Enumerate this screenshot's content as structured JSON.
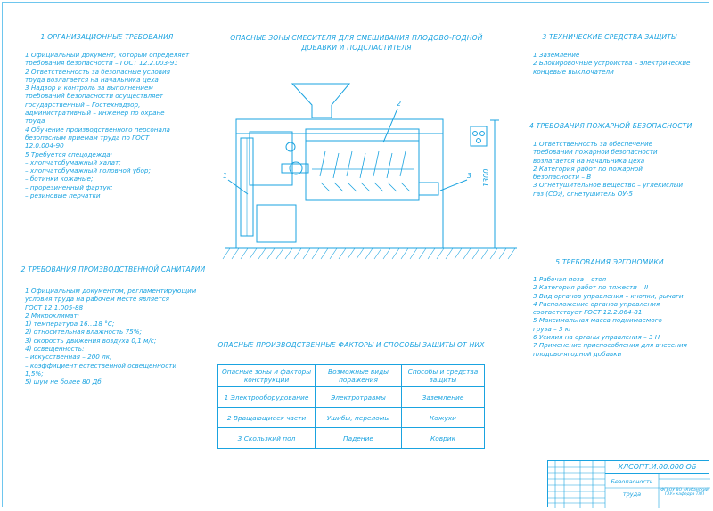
{
  "accent_color": "#1aa3e0",
  "section1": {
    "title": "1 ОРГАНИЗАЦИОННЫЕ ТРЕБОВАНИЯ",
    "lines": [
      "1 Официальный документ, который определяет",
      "требования безопасности – ГОСТ 12.2.003-91",
      "2 Ответственность за безопасные условия",
      "труда возлагается на начальника цеха",
      "3 Надзор и контроль за выполнением",
      "требований безопасности осуществляет",
      "государственный – Гостехнадзор,",
      "административный – инженер по охране",
      "труда",
      "4 Обучение производственного персонала",
      "безопасным приемам труда по ГОСТ",
      "12.0.004-90",
      "5 Требуется спецодежда:",
      "– хлопчатобумажный халат;",
      "– хлопчатобумажный головной убор;",
      "– ботинки кожаные;",
      "– прорезиненный фартук;",
      "– резиновые перчатки"
    ]
  },
  "section2": {
    "title": "2 ТРЕБОВАНИЯ ПРОИЗВОДСТВЕННОЙ САНИТАРИИ",
    "lines": [
      "1 Официальным документом, регламентирующим",
      "условия труда на рабочем месте является",
      "ГОСТ 12.1.005-88",
      "2 Микроклимат:",
      "1) температура 16…18 °С;",
      "2) относительная влажность 75%;",
      "3) скорость движения воздуха 0,1 м/с;",
      "4) освещенность:",
      "– искусственная – 200 лк;",
      "– коэффициент естественной освещенности",
      "1,5%;",
      "5) шум не более 80 Дб"
    ]
  },
  "diagram": {
    "title_line1": "ОПАСНЫЕ ЗОНЫ СМЕСИТЕЛЯ ДЛЯ СМЕШИВАНИЯ ПЛОДОВО-ГОДНОЙ",
    "title_line2": "ДОБАВКИ И ПОДСЛАСТИТЕЛЯ",
    "callouts": [
      "1",
      "2",
      "3"
    ],
    "dimension": "1300"
  },
  "section3": {
    "title": "3 ТЕХНИЧЕСКИЕ СРЕДСТВА ЗАЩИТЫ",
    "lines": [
      "1 Заземление",
      "2 Блокировочные устройства – электрические",
      "концевые выключатели"
    ]
  },
  "section4": {
    "title": "4 ТРЕБОВАНИЯ ПОЖАРНОЙ БЕЗОПАСНОСТИ",
    "lines": [
      "1 Ответственность за обеспечение",
      "требований пожарной безопасности",
      "возлагается на начальника цеха",
      "2 Категория работ по пожарной",
      "безопасности – В",
      "3 Огнетушительное вещество – углекислый",
      "газ (СО₂), огнетушитель ОУ-5"
    ]
  },
  "section5": {
    "title": "5 ТРЕБОВАНИЯ ЭРГОНОМИКИ",
    "lines": [
      "1 Рабочая поза – стоя",
      "2 Категория работ по тяжести – II",
      "3 Вид органов управления – кнопки, рычаги",
      "4 Расположение органов управления",
      "соответствует ГОСТ 12.2.064-81",
      "5 Максимальная масса поднимаемого",
      "груза – 3 кг",
      "6 Усилия на органы управления – 3 Н",
      "7 Применение приспособления для внесения",
      "плодово-ягодной добавки"
    ]
  },
  "hazards": {
    "title": "ОПАСНЫЕ ПРОИЗВОДСТВЕННЫЕ ФАКТОРЫ И СПОСОБЫ ЗАЩИТЫ ОТ НИХ",
    "headers": [
      "Опасные зоны и факторы конструкции",
      "Возможные виды поражения",
      "Способы и средства защиты"
    ],
    "rows": [
      [
        "1 Электрооборудование",
        "Электротравмы",
        "Заземление"
      ],
      [
        "2 Вращающиеся части",
        "Ушибы, переломы",
        "Кожухи"
      ],
      [
        "3 Скользкий пол",
        "Падение",
        "Коврик"
      ]
    ]
  },
  "title_block": {
    "code": "ХЛСОПТ.И.00.000 ОБ",
    "title": "Безопасность труда",
    "org": "ФГБОУ ВО «Кубанский ГАУ» кафедра ТХП"
  }
}
